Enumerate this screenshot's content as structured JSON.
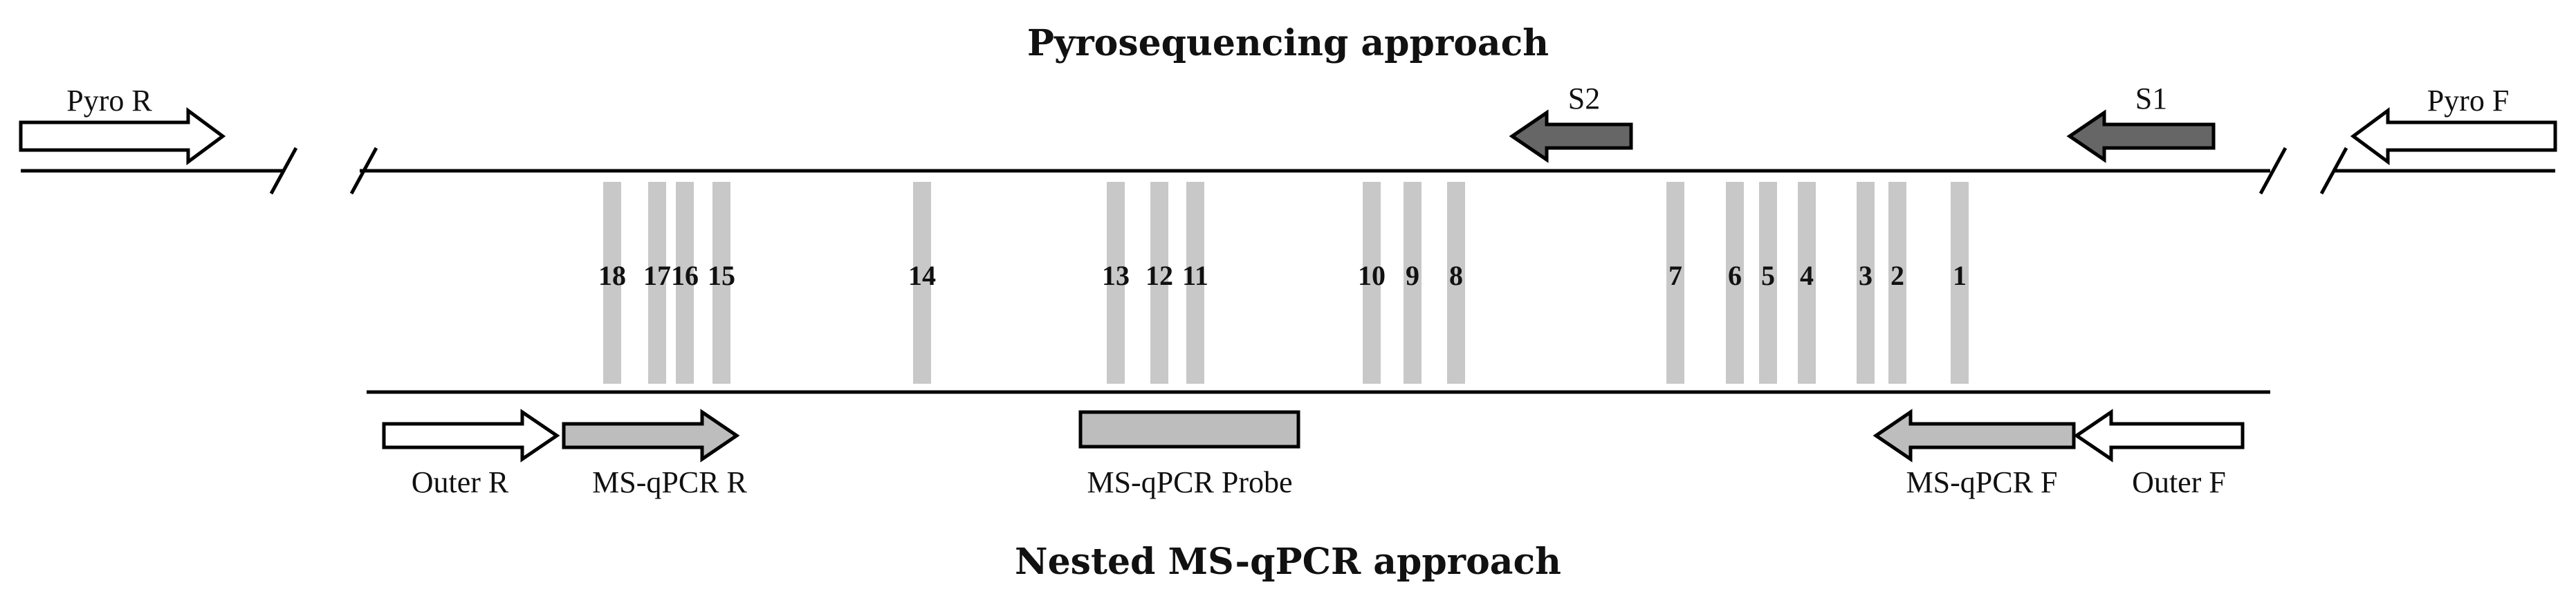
{
  "titles": {
    "top": "Pyrosequencing approach",
    "bottom": "Nested MS-qPCR approach"
  },
  "primers": {
    "pyro_r": "Pyro R",
    "pyro_f": "Pyro F",
    "s1": "S1",
    "s2": "S2",
    "outer_r": "Outer R",
    "outer_f": "Outer F",
    "msqpcr_r": "MS-qPCR R",
    "msqpcr_f": "MS-qPCR F",
    "msqpcr_probe": "MS-qPCR Probe"
  },
  "cpg_sites": [
    "18",
    "17",
    "16",
    "15",
    "14",
    "13",
    "12",
    "11",
    "10",
    "9",
    "8",
    "7",
    "6",
    "5",
    "4",
    "3",
    "2",
    "1"
  ],
  "colors": {
    "line": "#000000",
    "cpg_bar": "#c8c8c8",
    "dark_arrow": "#666666",
    "light_arrow": "#bdbdbd",
    "open_arrow": "#ffffff"
  }
}
